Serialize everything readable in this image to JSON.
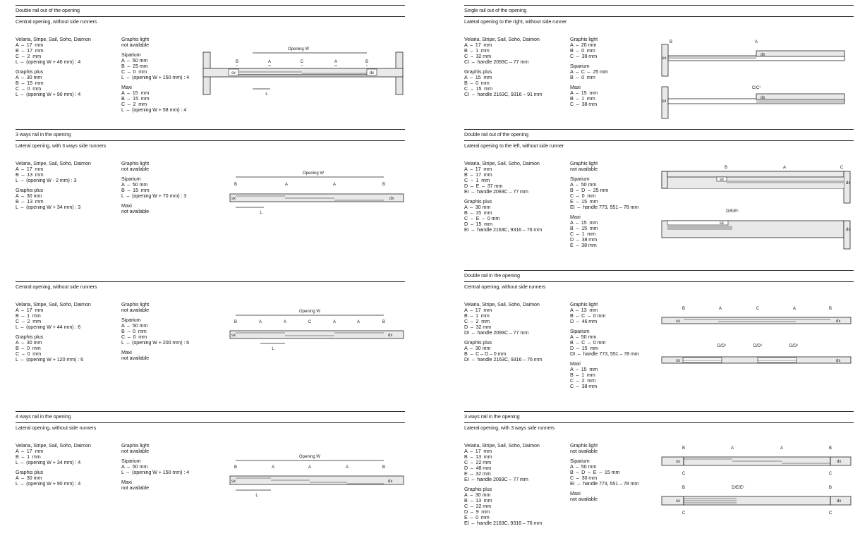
{
  "sections": [
    {
      "title": "Double rail out of the opening",
      "subtitle": "Central opening, without side runners",
      "col1": [
        {
          "heading": "Velaria, Stripe, Sail, Soho, Daimon",
          "lines": [
            "A  –  17  mm",
            "B  –  17  mm",
            "C  –  2  mm",
            "L  –  (opening W + 46 mm) : 4"
          ]
        },
        {
          "heading": "Graphis plus",
          "lines": [
            "A  –  30 mm",
            "B  –  15  mm",
            "C  –  0  mm",
            "L  –  (opening W + 90 mm) : 4"
          ]
        }
      ],
      "col2": [
        {
          "heading": "Graphis light",
          "lines": [
            "not available"
          ]
        },
        {
          "heading": "Siparium",
          "lines": [
            "A  –  50 mm",
            "B  –  25 mm",
            "C  –  0  mm",
            "L  –  (opening W + 150 mm) : 4"
          ]
        },
        {
          "heading": "Maxi",
          "lines": [
            "A  –  15  mm",
            "B  –  15  mm",
            "C  –  2  mm",
            "L  –  (opening W + 58 mm) : 4"
          ]
        }
      ],
      "figure": {
        "opening": "Opening W",
        "labels": [
          "B",
          "A",
          "C",
          "A",
          "B"
        ],
        "left": "sx",
        "right": "dx",
        "length": "L"
      }
    },
    {
      "title": "3 ways rail in the opening",
      "subtitle": "Lateral opening, with 3 ways side runners",
      "col1": [
        {
          "heading": "Velaria, Stripe, Sail, Soho, Daimon",
          "lines": [
            "A  –  17  mm",
            "B  –  13  mm",
            "L  –  (opening W - 2 mm) : 3"
          ]
        },
        {
          "heading": "Graphis plus",
          "lines": [
            "A  –  30 mm",
            "B  –  13  mm",
            "L  –  (opening W + 34 mm) : 3"
          ]
        }
      ],
      "col2": [
        {
          "heading": "Graphis light",
          "lines": [
            "not available"
          ]
        },
        {
          "heading": "Siparium",
          "lines": [
            "A  –  50 mm",
            "B  –  15  mm",
            "L  –  (opening W + 70 mm) : 3"
          ]
        },
        {
          "heading": "Maxi",
          "lines": [
            "not available"
          ]
        }
      ],
      "figure": {
        "opening": "Opening W",
        "labels": [
          "B",
          "A",
          "A",
          "B"
        ],
        "left": "sx",
        "right": "dx",
        "length": "L"
      }
    },
    {
      "title": "",
      "subtitle": "Central opening, without side runners",
      "col1": [
        {
          "heading": "Velaria, Stripe, Sail, Soho, Daimon",
          "lines": [
            "A  –  17  mm",
            "B  –  1  mm",
            "C  –  2  mm",
            "L  –  (opening W + 44 mm) : 6"
          ]
        },
        {
          "heading": "Graphis plus",
          "lines": [
            "A  –  30 mm",
            "B  –  0  mm",
            "C  –  0  mm",
            "L  –  (opening W + 120 mm) : 6"
          ]
        }
      ],
      "col2": [
        {
          "heading": "Graphis light",
          "lines": [
            "not available"
          ]
        },
        {
          "heading": "Siparium",
          "lines": [
            "A  –  50 mm",
            "B  –  0  mm",
            "C  –  0  mm",
            "L  –  (opening W + 200 mm) : 6"
          ]
        },
        {
          "heading": "Maxi",
          "lines": [
            "not available"
          ]
        }
      ],
      "figure": {
        "opening": "Opening W",
        "labels": [
          "B",
          "A",
          "A",
          "C",
          "A",
          "A",
          "B"
        ],
        "left": "sx",
        "right": "dx",
        "length": "L"
      }
    },
    {
      "title": "4 ways rail in the opening",
      "subtitle": "Lateral opening, without side runners",
      "col1": [
        {
          "heading": "Velaria, Stripe, Sail, Soho, Daimon",
          "lines": [
            "A  –  17  mm",
            "B  –  1  mm",
            "L  –  (opening W + 34 mm) : 4"
          ]
        },
        {
          "heading": "Graphis plus",
          "lines": [
            "A  –  30 mm",
            "L  –  (opening W + 90 mm) : 4"
          ]
        }
      ],
      "col2": [
        {
          "heading": "Graphis light",
          "lines": [
            "not available"
          ]
        },
        {
          "heading": "Siparium",
          "lines": [
            "A  –  50 mm",
            "L  –  (opening W + 150 mm) : 4"
          ]
        },
        {
          "heading": "Maxi",
          "lines": [
            "not available"
          ]
        }
      ],
      "figure": {
        "opening": "Opening W",
        "labels": [
          "B",
          "A",
          "A",
          "A",
          "B"
        ],
        "left": "sx",
        "right": "dx",
        "length": "L"
      }
    },
    {
      "title": "Single rail out of the opening",
      "subtitle": "Lateral opening to the right, without side runner",
      "col1": [
        {
          "heading": "Velaria, Stripe, Sail, Soho, Daimon",
          "lines": [
            "A  –  17  mm",
            "B  –  1  mm",
            "C  –  32 mm",
            "CI  –  handle 2093C – 77 mm"
          ]
        },
        {
          "heading": "Graphis plus",
          "lines": [
            "A  –  15  mm",
            "B  –  0  mm",
            "C  –  15  mm",
            "CI  –  handle 2163C, 9316 – 91 mm"
          ]
        }
      ],
      "col2": [
        {
          "heading": "Graphis light",
          "lines": [
            "A  –  20 mm",
            "B  –  0  mm",
            "C  –  39 mm"
          ]
        },
        {
          "heading": "Siparium",
          "lines": [
            "A  –  C  –  25 mm",
            "B  –  0  mm"
          ]
        },
        {
          "heading": "Maxi",
          "lines": [
            "A  –  15  mm",
            "B  –  1  mm",
            "C  –  38 mm"
          ]
        }
      ],
      "figure": {
        "label_b": "B",
        "label_a": "A",
        "label_c": "C/C¹",
        "left": "sx",
        "right": "dx"
      }
    },
    {
      "title": "Double rail out of the opening",
      "subtitle": "Lateral opening to the left, without side runner",
      "col1": [
        {
          "heading": "Velaria, Stripe, Sail, Soho, Daimon",
          "lines": [
            "A  –  17  mm",
            "B  –  17  mm",
            "C  –  1  mm",
            "D  –  E  –  37 mm",
            "EI  –  handle 2093C – 77 mm"
          ]
        },
        {
          "heading": "Graphis plus",
          "lines": [
            "A  –  30 mm",
            "B  –  15  mm",
            "C  –  E  –  0 mm",
            "D  –  15  mm",
            "EI  –  handle 2163C, 9316 – 76 mm"
          ]
        }
      ],
      "col2": [
        {
          "heading": "Graphis light",
          "lines": [
            "not available"
          ]
        },
        {
          "heading": "Siparium",
          "lines": [
            "A  –  50 mm",
            "B  –  D  –  25 mm",
            "C  –  0  mm",
            "E  –  15  mm",
            "EI  –  handle 773, 551 – 78 mm"
          ]
        },
        {
          "heading": "Maxi",
          "lines": [
            "A  –  15  mm",
            "B  –  15  mm",
            "C  –  1  mm",
            "D  –  38 mm",
            "E  –  38 mm"
          ]
        }
      ],
      "figure": {
        "label_b": "B",
        "label_a": "A",
        "label_c": "C",
        "label_de": "D/E/E¹",
        "left": "sx",
        "right": "dx"
      }
    },
    {
      "title": "Double rail in the opening",
      "subtitle": "Central opening, without side runners",
      "col1": [
        {
          "heading": "Velaria, Stripe, Sail, Soho, Daimon",
          "lines": [
            "A  –  17  mm",
            "B  –  1  mm",
            "C  –  2  mm",
            "D  –  32 mm",
            "DI  –  handle 2093C – 77 mm"
          ]
        },
        {
          "heading": "Graphis plus",
          "lines": [
            "A  –  30 mm",
            "B  –  C – D – 0 mm",
            "DI  –  handle 2163C, 9316 – 76 mm"
          ]
        }
      ],
      "col2": [
        {
          "heading": "Graphis light",
          "lines": [
            "A  –  13  mm",
            "B  –  C  –  0 mm",
            "D  –  46 mm"
          ]
        },
        {
          "heading": "Siparium",
          "lines": [
            "A  –  50 mm",
            "B  –  C  –  0 mm",
            "D  –  15  mm",
            "DI  –  handle 773, 551 – 78 mm"
          ]
        },
        {
          "heading": "Maxi",
          "lines": [
            "A  –  15  mm",
            "B  –  1  mm",
            "C  –  2  mm",
            "C  –  38 mm"
          ]
        }
      ],
      "figure": {
        "labels": [
          "B",
          "A",
          "C",
          "A",
          "B"
        ],
        "label_d": "D/D¹",
        "left": "sx",
        "right": "dx"
      }
    },
    {
      "title": "3 ways rail in the opening",
      "subtitle": "Lateral opening, with 3 ways side runners",
      "col1": [
        {
          "heading": "Velaria, Stripe, Sail, Soho, Daimon",
          "lines": [
            "A  –  17  mm",
            "B  –  13  mm",
            "C  –  22 mm",
            "D  –  48 mm",
            "E  –  32 mm",
            "EI  –  handle 2093C – 77 mm"
          ]
        },
        {
          "heading": "Graphis plus",
          "lines": [
            "A  –  30 mm",
            "B  –  13  mm",
            "C  –  22 mm",
            "D  –  9  mm",
            "E  –  0  mm",
            "EI  –  handle 2163C, 9316 – 76 mm"
          ]
        }
      ],
      "col2": [
        {
          "heading": "Graphis light",
          "lines": [
            "not available"
          ]
        },
        {
          "heading": "Siparium",
          "lines": [
            "A  –  50 mm",
            "B  –  D  –  E  –  15 mm",
            "C  –  30 mm",
            "EI  –  handle 773, 551 – 78 mm"
          ]
        },
        {
          "heading": "Maxi",
          "lines": [
            "not available"
          ]
        }
      ],
      "figure": {
        "labels": [
          "B",
          "A",
          "A",
          "B"
        ],
        "label_c": "C",
        "label_de": "D/E/E¹",
        "left": "sx",
        "right": "dx"
      }
    }
  ]
}
